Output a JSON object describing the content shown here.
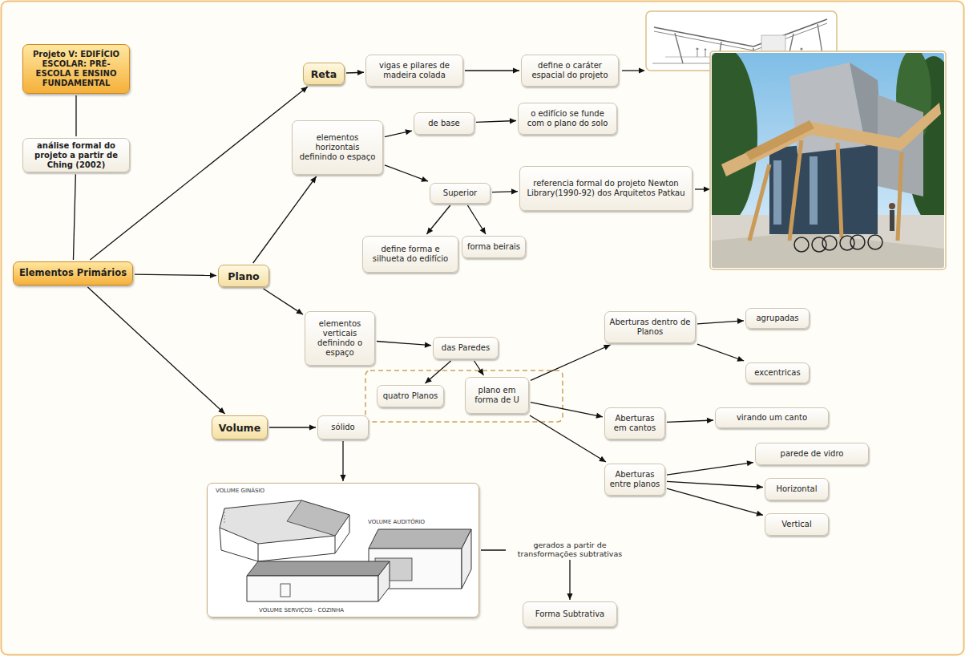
{
  "diagram": {
    "nodes": [
      {
        "text": [
          "Projeto V: EDIFÍCIO ESCOLAR: PRÉ-ESCOLA E ENSINO FUNDAMENTAL"
        ]
      },
      {
        "text": [
          "análise formal do projeto a partir de Ching (2002)"
        ]
      },
      {
        "text": [
          "Elementos Primários"
        ]
      },
      {
        "text": [
          "Reta"
        ]
      },
      {
        "text": [
          "vigas e pilares de madeira colada"
        ]
      },
      {
        "text": [
          "define o caráter espacial do projeto"
        ]
      },
      {
        "text": [
          "Plano"
        ]
      },
      {
        "text": [
          "elementos horizontais definindo o espaço"
        ]
      },
      {
        "text": [
          "de base"
        ]
      },
      {
        "text": [
          "o edifício se funde com o plano do solo"
        ]
      },
      {
        "text": [
          "Superior"
        ]
      },
      {
        "text": [
          "referencia formal do projeto Newton Library(1990-92) dos Arquitetos Patkau"
        ]
      },
      {
        "text": [
          "define forma e silhueta do edifício"
        ]
      },
      {
        "text": [
          "forma beirais"
        ]
      },
      {
        "text": [
          "elementos verticais definindo o espaço"
        ]
      },
      {
        "text": [
          "das Paredes"
        ]
      },
      {
        "text": [
          "quatro Planos"
        ]
      },
      {
        "text": [
          "plano em forma de U"
        ]
      },
      {
        "text": [
          "Aberturas dentro de Planos"
        ]
      },
      {
        "text": [
          "agrupadas"
        ]
      },
      {
        "text": [
          "excentricas"
        ]
      },
      {
        "text": [
          "Aberturas em cantos"
        ]
      },
      {
        "text": [
          "virando um canto"
        ]
      },
      {
        "text": [
          "Aberturas entre planos"
        ]
      },
      {
        "text": [
          "parede de vidro"
        ]
      },
      {
        "text": [
          "Horizontal"
        ]
      },
      {
        "text": [
          "Vertical"
        ]
      },
      {
        "text": [
          "Volume"
        ]
      },
      {
        "text": [
          "sólido"
        ]
      },
      {
        "text": [
          "VOLUME GINÁSIO",
          "VOLUME AUDITÓRIO",
          "VOLUME SERVIÇOS - COZINHA"
        ]
      },
      {
        "text": [
          "Forma Subtrativa"
        ]
      }
    ],
    "edges": [
      {
        "from": 0,
        "to": 1,
        "arrow": "none"
      },
      {
        "from": 1,
        "to": 2,
        "arrow": "none"
      },
      {
        "from": 2,
        "to": 3,
        "arrow": "to"
      },
      {
        "from": 2,
        "to": 6,
        "arrow": "to"
      },
      {
        "from": 2,
        "to": 27,
        "arrow": "to"
      },
      {
        "from": 3,
        "to": 4,
        "arrow": "to"
      },
      {
        "from": 4,
        "to": 5,
        "arrow": "to"
      },
      {
        "from": 6,
        "to": 7,
        "arrow": "to"
      },
      {
        "from": 6,
        "to": 14,
        "arrow": "to"
      },
      {
        "from": 7,
        "to": 8,
        "arrow": "to"
      },
      {
        "from": 7,
        "to": 10,
        "arrow": "to"
      },
      {
        "from": 8,
        "to": 9,
        "arrow": "to"
      },
      {
        "from": 10,
        "to": 11,
        "arrow": "to"
      },
      {
        "from": 10,
        "to": 12,
        "arrow": "to"
      },
      {
        "from": 10,
        "to": 13,
        "arrow": "to"
      },
      {
        "from": 14,
        "to": 15,
        "arrow": "to"
      },
      {
        "from": 15,
        "to": 16,
        "arrow": "to"
      },
      {
        "from": 15,
        "to": 17,
        "arrow": "to"
      },
      {
        "from": 17,
        "to": 18,
        "arrow": "to"
      },
      {
        "from": 17,
        "to": 21,
        "arrow": "to"
      },
      {
        "from": 17,
        "to": 23,
        "arrow": "to"
      },
      {
        "from": 18,
        "to": 19,
        "arrow": "to"
      },
      {
        "from": 18,
        "to": 20,
        "arrow": "to"
      },
      {
        "from": 21,
        "to": 22,
        "arrow": "to"
      },
      {
        "from": 23,
        "to": 24,
        "arrow": "to"
      },
      {
        "from": 23,
        "to": 25,
        "arrow": "to"
      },
      {
        "from": 23,
        "to": 26,
        "arrow": "to"
      },
      {
        "from": 27,
        "to": 28,
        "arrow": "to"
      },
      {
        "from": 28,
        "to": 29,
        "arrow": "to"
      },
      {
        "from": 29,
        "to": 30,
        "label": "gerados a partir de transformações subtrativas",
        "arrow": "to"
      }
    ]
  }
}
